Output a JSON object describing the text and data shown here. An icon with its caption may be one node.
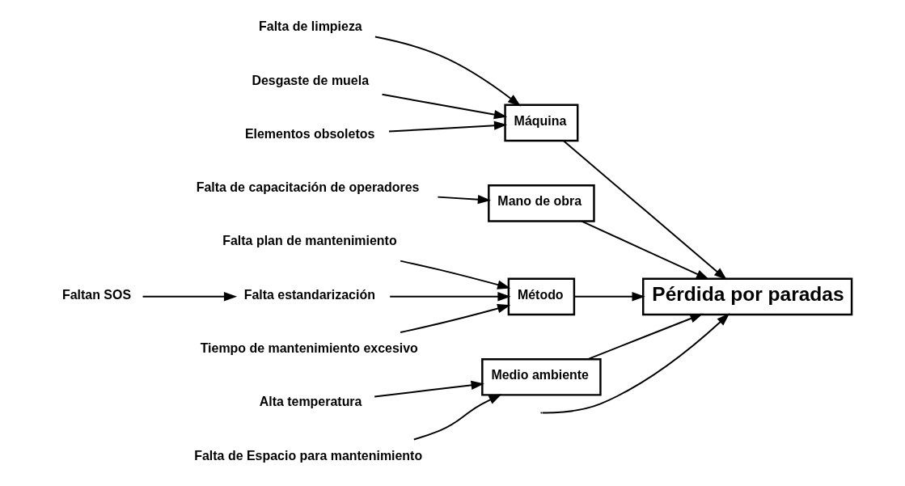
{
  "diagram": {
    "nodes": [
      {
        "text": [
          "Pérdida por paradas"
        ]
      },
      {
        "text": [
          "Máquina"
        ]
      },
      {
        "text": [
          "Mano de obra"
        ]
      },
      {
        "text": [
          "Método"
        ]
      },
      {
        "text": [
          "Medio ambiente"
        ]
      },
      {
        "text": [
          "Falta de limpieza"
        ]
      },
      {
        "text": [
          "Desgaste de muela"
        ]
      },
      {
        "text": [
          "Elementos obsoletos"
        ]
      },
      {
        "text": [
          "Falta de capacitación de operadores"
        ]
      },
      {
        "text": [
          "Falta plan de mantenimiento"
        ]
      },
      {
        "text": [
          "Falta estandarización"
        ]
      },
      {
        "text": [
          "Faltan SOS"
        ]
      },
      {
        "text": [
          "Tiempo de mantenimiento excesivo"
        ]
      },
      {
        "text": [
          "Alta temperatura"
        ]
      },
      {
        "text": [
          "Falta de Espacio para mantenimiento"
        ]
      }
    ],
    "edges": [
      {
        "from": null,
        "to": 0,
        "arrow": "to"
      },
      {
        "from": 1,
        "to": 0,
        "arrow": "to"
      },
      {
        "from": 2,
        "to": 0,
        "arrow": "to"
      },
      {
        "from": 3,
        "to": 0,
        "arrow": "to"
      },
      {
        "from": 4,
        "to": 0,
        "arrow": "to"
      },
      {
        "from": 5,
        "to": 1,
        "arrow": "to"
      },
      {
        "from": 6,
        "to": 1,
        "arrow": "to"
      },
      {
        "from": 7,
        "to": 1,
        "arrow": "to"
      },
      {
        "from": 8,
        "to": 2,
        "arrow": "to"
      },
      {
        "from": 9,
        "to": 3,
        "arrow": "to"
      },
      {
        "from": 10,
        "to": 3,
        "arrow": "to"
      },
      {
        "from": 11,
        "to": 10,
        "arrow": "to"
      },
      {
        "from": 12,
        "to": 3,
        "arrow": "to"
      },
      {
        "from": 13,
        "to": 4,
        "arrow": "to"
      },
      {
        "from": 14,
        "to": 4,
        "arrow": "to"
      }
    ]
  }
}
